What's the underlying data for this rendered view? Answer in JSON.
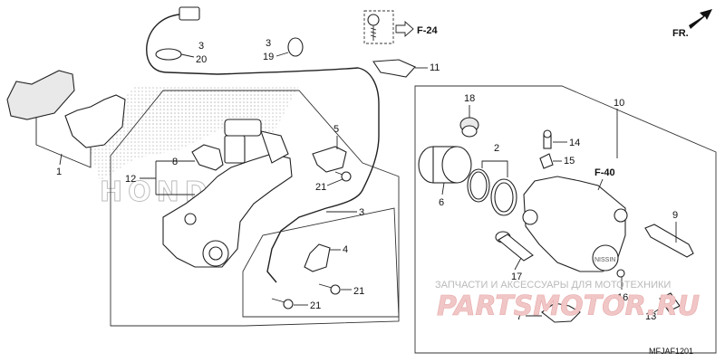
{
  "references": {
    "f24": "F-24",
    "f40": "F-40",
    "fr": "FR."
  },
  "callouts": {
    "c1": "1",
    "c2": "2",
    "c3a": "3",
    "c20": "20",
    "c3b": "3",
    "c19": "19",
    "c3c": "3",
    "c4": "4",
    "c5": "5",
    "c6": "6",
    "c7": "7",
    "c8": "8",
    "c9": "9",
    "c10": "10",
    "c11": "11",
    "c12": "12",
    "c13": "13",
    "c14": "14",
    "c15": "15",
    "c16": "16",
    "c17": "17",
    "c18": "18",
    "c21a": "21",
    "c21b": "21",
    "c21c": "21"
  },
  "part_code": "MFJAF1201",
  "watermark": {
    "caption": "ЗАПЧАСТИ И АКСЕССУАРЫ ДЛЯ МОТОТЕХНИКИ",
    "brand": "PARTSMOTOR.RU",
    "logo_text": "HONDA"
  },
  "colors": {
    "line": "#222222",
    "watermark_red": "#e7a9a9"
  }
}
